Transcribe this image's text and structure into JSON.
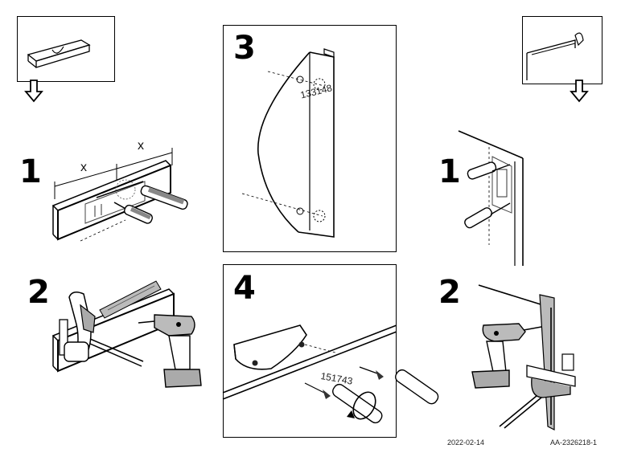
{
  "steps": {
    "left_1": "1",
    "left_2": "2",
    "center_3": "3",
    "center_4": "4",
    "right_1": "1",
    "right_2": "2"
  },
  "measurements": {
    "x_left": "x",
    "x_right": "x"
  },
  "part_numbers": {
    "panel3_part": "133148",
    "panel4_part": "151743"
  },
  "footer": {
    "date": "2022-02-14",
    "doc_id": "AA-2326218-1"
  }
}
